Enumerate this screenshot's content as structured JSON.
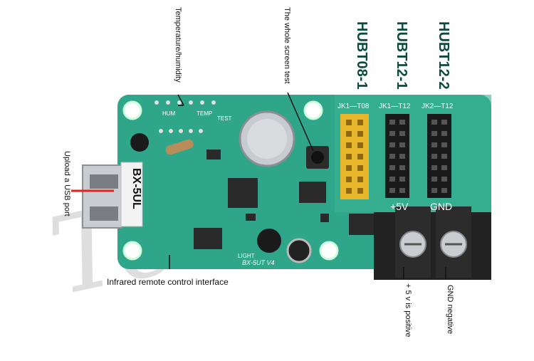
{
  "labels": {
    "temperature_humidity": "Temperature/humidity",
    "whole_screen_test": "The whole screen test",
    "upload_usb": "Upload a USB port",
    "infrared": "Infrared remote control interface",
    "positive": "+ 5 v is positive",
    "gnd_negative": "GND negative"
  },
  "headers": {
    "hub08_1": "HUBT08-1",
    "hub12_1": "HUBT12-1",
    "hub12_2": "HUBT12-2"
  },
  "board": {
    "usb_model": "BX-5UL",
    "silk_5v": "+5V",
    "silk_gnd": "GND",
    "silk_jk1_08": "JK1—T08",
    "silk_jk1_12": "JK1—T12",
    "silk_jk2_12": "JK2—T12",
    "silk_hum": "HUM",
    "silk_temp": "TEMP",
    "silk_test": "TEST",
    "silk_light": "LIGHT",
    "silk_model": "BX-5UT V4"
  },
  "watermark": "Tech",
  "colors": {
    "pcb": "#2fa58a",
    "pcb_dark": "#1f7d66",
    "header_yellow": "#e8b62a",
    "header_black": "#1a1a1a",
    "terminal": "#222222",
    "arrow": "#e0231e"
  }
}
